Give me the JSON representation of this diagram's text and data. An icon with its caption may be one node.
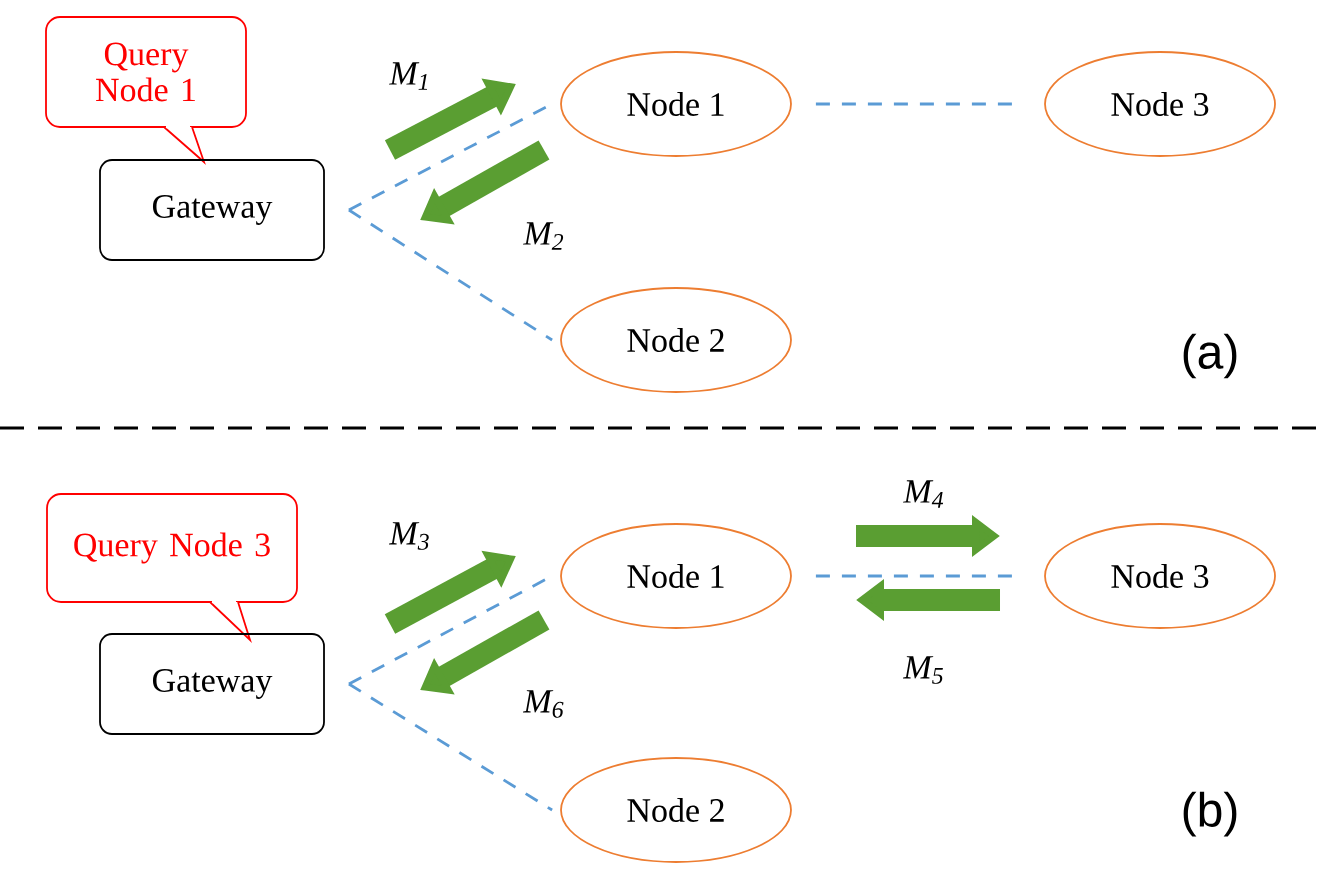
{
  "diagram": {
    "nodes": [
      {
        "text": [
          "Query Node 1"
        ]
      },
      {
        "text": [
          "Gateway"
        ]
      },
      {
        "text": [
          "Node 1"
        ]
      },
      {
        "text": [
          "Node 3"
        ]
      },
      {
        "text": [
          "Node 2"
        ]
      },
      {
        "text": [
          "Query Node 3"
        ]
      },
      {
        "text": [
          "Gateway"
        ]
      },
      {
        "text": [
          "Node 1"
        ]
      },
      {
        "text": [
          "Node 3"
        ]
      },
      {
        "text": [
          "Node 2"
        ]
      }
    ],
    "edges": [
      {
        "from": 1,
        "to": 2,
        "arrow": "none",
        "style": "dashed",
        "color": "#5b9bd5"
      },
      {
        "from": 1,
        "to": 4,
        "arrow": "none",
        "style": "dashed",
        "color": "#5b9bd5"
      },
      {
        "from": 2,
        "to": 3,
        "arrow": "none",
        "style": "dashed",
        "color": "#5b9bd5"
      },
      {
        "from": 1,
        "to": 2,
        "arrow": "to",
        "label": "M$_{1}$",
        "style": "thick",
        "color": "#5a9e32"
      },
      {
        "from": 2,
        "to": 1,
        "arrow": "to",
        "label": "M$_{2}$",
        "style": "thick",
        "color": "#5a9e32"
      },
      {
        "from": 6,
        "to": 7,
        "arrow": "none",
        "style": "dashed",
        "color": "#5b9bd5"
      },
      {
        "from": 6,
        "to": 9,
        "arrow": "none",
        "style": "dashed",
        "color": "#5b9bd5"
      },
      {
        "from": 7,
        "to": 8,
        "arrow": "none",
        "style": "dashed",
        "color": "#5b9bd5"
      },
      {
        "from": 6,
        "to": 7,
        "arrow": "to",
        "label": "M$_{3}$",
        "style": "thick",
        "color": "#5a9e32"
      },
      {
        "from": 7,
        "to": 8,
        "arrow": "to",
        "label": "M$_{4}$",
        "style": "thick",
        "color": "#5a9e32"
      },
      {
        "from": 8,
        "to": 7,
        "arrow": "to",
        "label": "M$_{5}$",
        "style": "thick",
        "color": "#5a9e32"
      },
      {
        "from": 7,
        "to": 6,
        "arrow": "to",
        "label": "M$_{6}$",
        "style": "thick",
        "color": "#5a9e32"
      }
    ],
    "labels": [
      "(a)",
      "(b)"
    ]
  }
}
